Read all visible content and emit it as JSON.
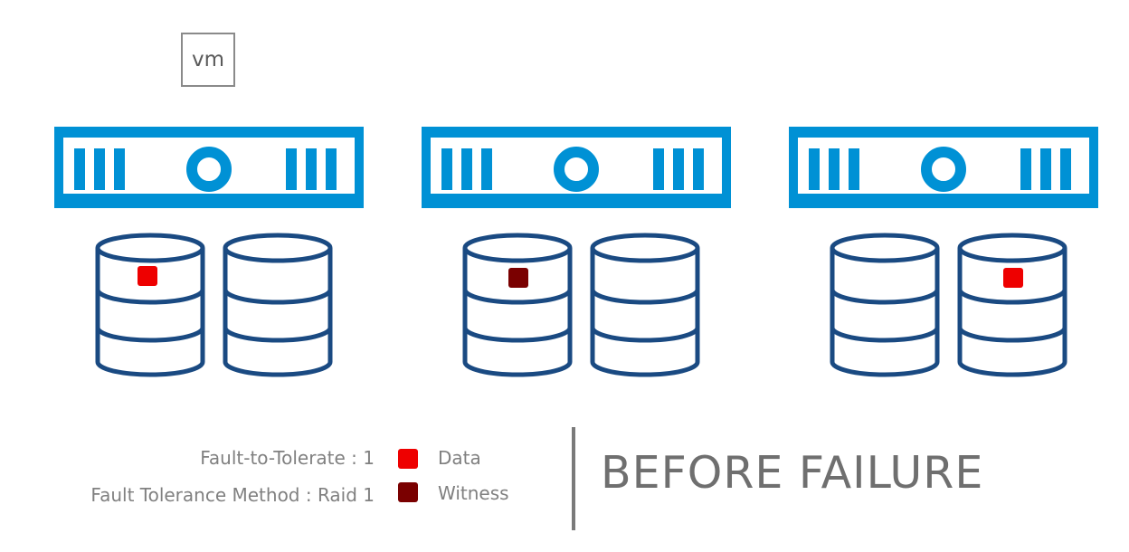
{
  "vm_label": "vm",
  "hosts": [
    {
      "disks": [
        {
          "component": "data"
        },
        {
          "component": null
        }
      ]
    },
    {
      "disks": [
        {
          "component": "witness"
        },
        {
          "component": null
        }
      ]
    },
    {
      "disks": [
        {
          "component": null
        },
        {
          "component": "data"
        }
      ]
    }
  ],
  "settings": {
    "ftt": "Fault-to-Tolerate : 1",
    "method": "Fault Tolerance Method : Raid 1"
  },
  "legend": {
    "data_label": "Data",
    "witness_label": "Witness"
  },
  "state_title": "BEFORE FAILURE",
  "colors": {
    "server_blue": "#0091d5",
    "disk_navy": "#1a4a82",
    "data_red": "#ee0000",
    "witness_darkred": "#7a0000",
    "text_gray": "#808080"
  }
}
